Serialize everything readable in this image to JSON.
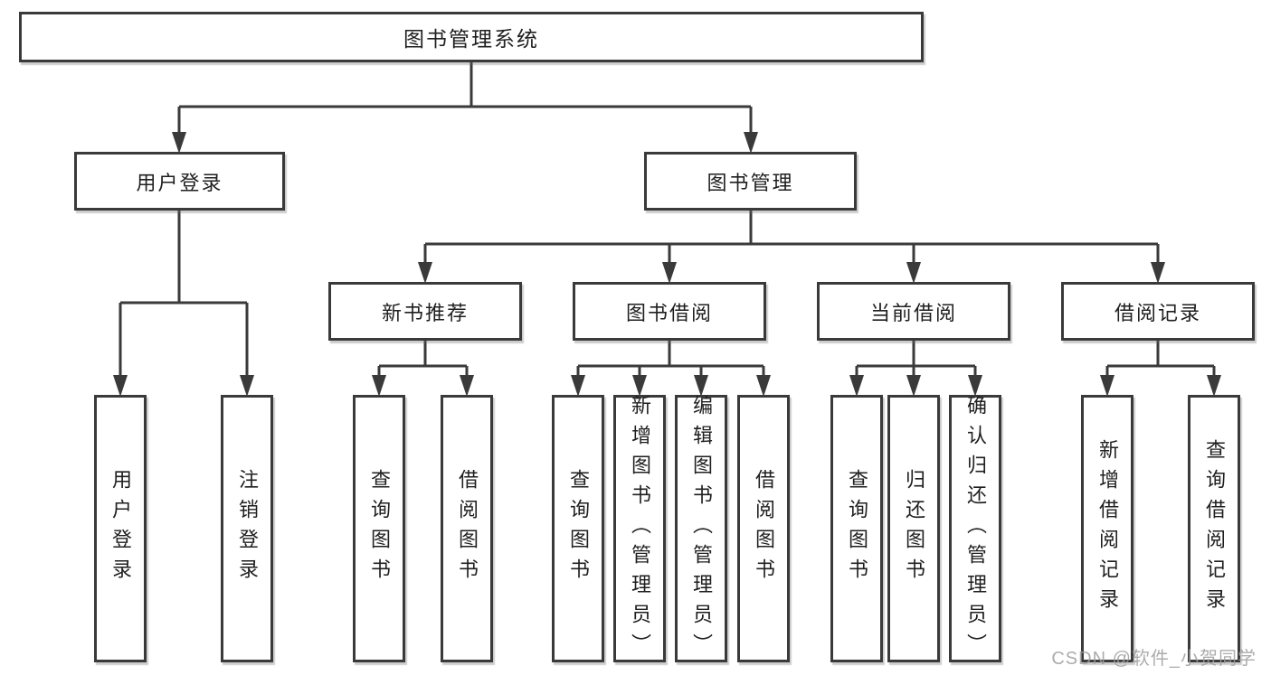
{
  "colors": {
    "line": "#3a3a3a",
    "box_border": "#3a3a3a",
    "text": "#1f1f1f",
    "background": "#ffffff",
    "watermark": "#9e9e9e"
  },
  "watermark": {
    "text": "CSDN @软件_小贺同学"
  },
  "tree": {
    "root": {
      "label": "图书管理系统"
    },
    "branches": [
      {
        "label": "用户登录",
        "children": [
          {
            "label": "用户登录"
          },
          {
            "label": "注销登录"
          }
        ]
      },
      {
        "label": "图书管理",
        "children": [
          {
            "label": "新书推荐",
            "children": [
              {
                "label": "查询图书"
              },
              {
                "label": "借阅图书"
              }
            ]
          },
          {
            "label": "图书借阅",
            "children": [
              {
                "label": "查询图书"
              },
              {
                "label": "新增图书（管理员）"
              },
              {
                "label": "编辑图书（管理员）"
              },
              {
                "label": "借阅图书"
              }
            ]
          },
          {
            "label": "当前借阅",
            "children": [
              {
                "label": "查询图书"
              },
              {
                "label": "归还图书"
              },
              {
                "label": "确认归还（管理员）"
              }
            ]
          },
          {
            "label": "借阅记录",
            "children": [
              {
                "label": "新增借阅记录"
              },
              {
                "label": "查询借阅记录"
              }
            ]
          }
        ]
      }
    ]
  }
}
